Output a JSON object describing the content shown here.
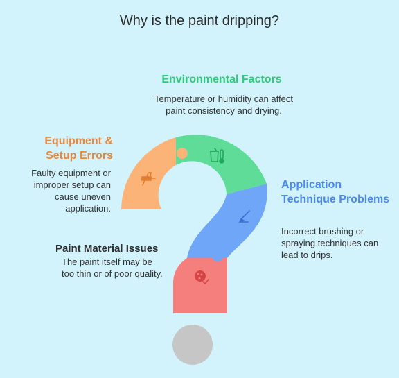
{
  "title": "Why is the paint dripping?",
  "sections": {
    "environmental": {
      "heading": "Environmental Factors",
      "description": "Temperature or humidity can affect paint consistency and drying.",
      "color": "#2ecb7a",
      "icon": "thermometer-icon"
    },
    "equipment": {
      "heading": "Equipment & Setup Errors",
      "description": "Faulty equipment or improper setup can cause uneven application.",
      "color": "#e8883a",
      "icon": "spray-gun-icon"
    },
    "application": {
      "heading": "Application Technique Problems",
      "description": "Incorrect brushing or spraying techniques can lead to drips.",
      "color": "#4a8af0",
      "icon": "paint-brush-icon"
    },
    "material": {
      "heading": "Paint Material Issues",
      "description": "The paint itself may be too thin or of poor quality.",
      "color": "#f07a7a",
      "icon": "paint-can-icon"
    }
  }
}
